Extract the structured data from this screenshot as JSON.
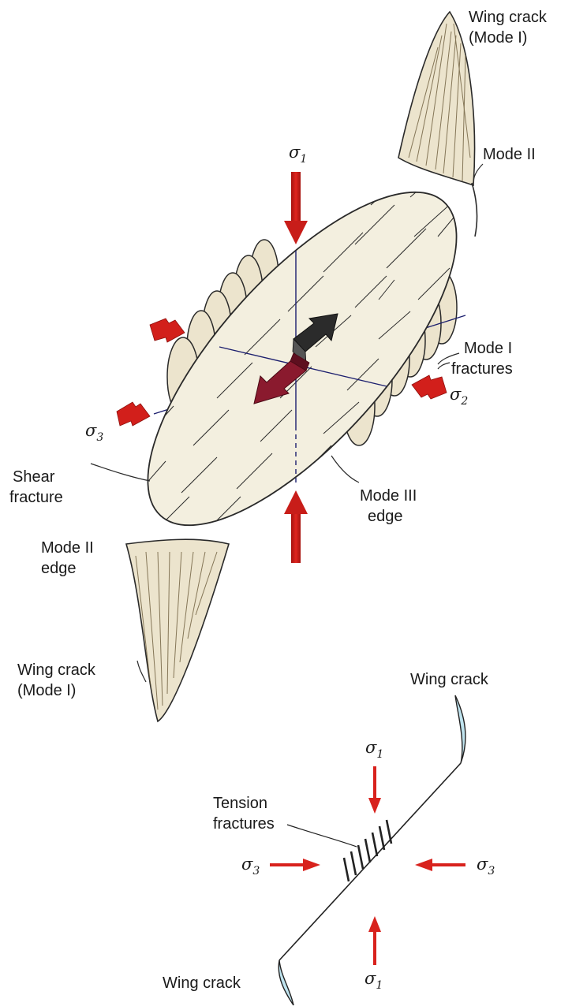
{
  "upper_figure": {
    "labels": {
      "wing_crack_top_line1": "Wing crack",
      "wing_crack_top_line2": "(Mode I)",
      "mode_ii_top": "Mode II",
      "mode_i_fractures_line1": "Mode I",
      "mode_i_fractures_line2": "fractures",
      "shear_fracture_line1": "Shear",
      "shear_fracture_line2": "fracture",
      "mode_ii_edge_line1": "Mode II",
      "mode_ii_edge_line2": "edge",
      "mode_iii_edge_line1": "Mode III",
      "mode_iii_edge_line2": "edge",
      "wing_crack_bottom_line1": "Wing crack",
      "wing_crack_bottom_line2": "(Mode I)"
    },
    "stress": {
      "sigma1": {
        "symbol": "σ",
        "subscript": "1"
      },
      "sigma2": {
        "symbol": "σ",
        "subscript": "2"
      },
      "sigma3": {
        "symbol": "σ",
        "subscript": "3"
      }
    }
  },
  "lower_figure": {
    "labels": {
      "wing_crack_top": "Wing crack",
      "wing_crack_bottom": "Wing crack",
      "tension_fractures_line1": "Tension",
      "tension_fractures_line2": "fractures"
    },
    "stress": {
      "sigma1_top": {
        "symbol": "σ",
        "subscript": "1"
      },
      "sigma1_bottom": {
        "symbol": "σ",
        "subscript": "1"
      },
      "sigma3_left": {
        "symbol": "σ",
        "subscript": "3"
      },
      "sigma3_right": {
        "symbol": "σ",
        "subscript": "3"
      }
    }
  },
  "colors": {
    "rock_fill": "#f3efdf",
    "rock_stroke": "#2a2a2a",
    "wing_fill": "#ece4cd",
    "stress_arrow": "#d21f1b",
    "slip_arrow_dark": "#2b2b2b",
    "slip_arrow_maroon": "#8a1a2e",
    "axis_line": "#1c1f6e",
    "wing_crack_cyan": "#bfe3ee"
  }
}
